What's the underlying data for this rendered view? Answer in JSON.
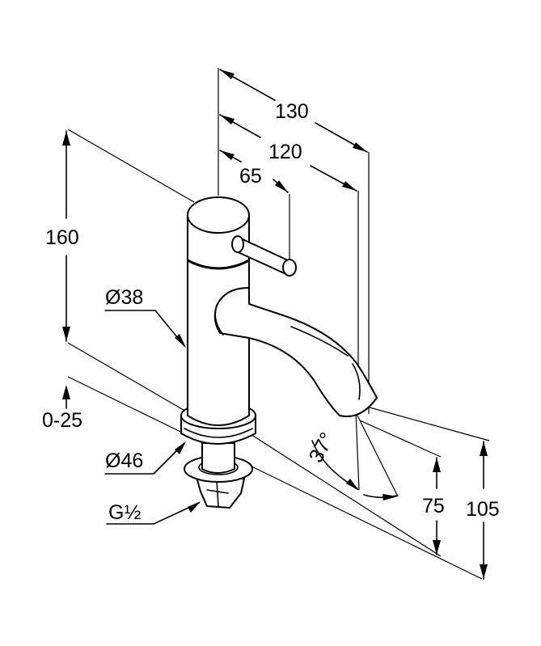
{
  "dimensions": {
    "depth_total": "130",
    "depth_spout": "120",
    "depth_lever": "65",
    "height_total": "160",
    "body_diameter": "Ø38",
    "deck_thickness": "0-25",
    "base_diameter": "Ø46",
    "thread": "G½",
    "spout_angle": "37°",
    "spout_height": "75",
    "overall_height": "105"
  }
}
